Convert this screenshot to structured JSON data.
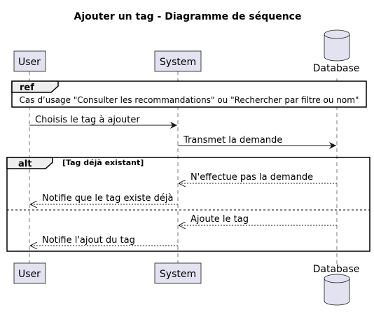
{
  "title": "Ajouter un tag - Diagramme de séquence",
  "participants": {
    "user": "User",
    "system": "System",
    "database": "Database"
  },
  "ref": {
    "tag": "ref",
    "text": "Cas d’usage \"Consulter les recommandations\" ou \"Rechercher par filtre ou nom\""
  },
  "alt": {
    "tag": "alt",
    "guard": "[Tag déjà existant]"
  },
  "messages": [
    {
      "from": "user",
      "to": "system",
      "text": "Choisis le tag à ajouter",
      "style": "solid"
    },
    {
      "from": "system",
      "to": "database",
      "text": "Transmet la demande",
      "style": "solid"
    },
    {
      "from": "database",
      "to": "system",
      "text": "N'effectue pas la demande",
      "style": "dashed"
    },
    {
      "from": "system",
      "to": "user",
      "text": "Notifie que le tag existe déjà",
      "style": "dashed"
    },
    {
      "from": "database",
      "to": "system",
      "text": "Ajoute le tag",
      "style": "dashed"
    },
    {
      "from": "system",
      "to": "user",
      "text": "Notifie l'ajout du tag",
      "style": "dashed"
    }
  ],
  "colors": {
    "participant_fill": "#e2e2f0",
    "line": "#181818"
  }
}
